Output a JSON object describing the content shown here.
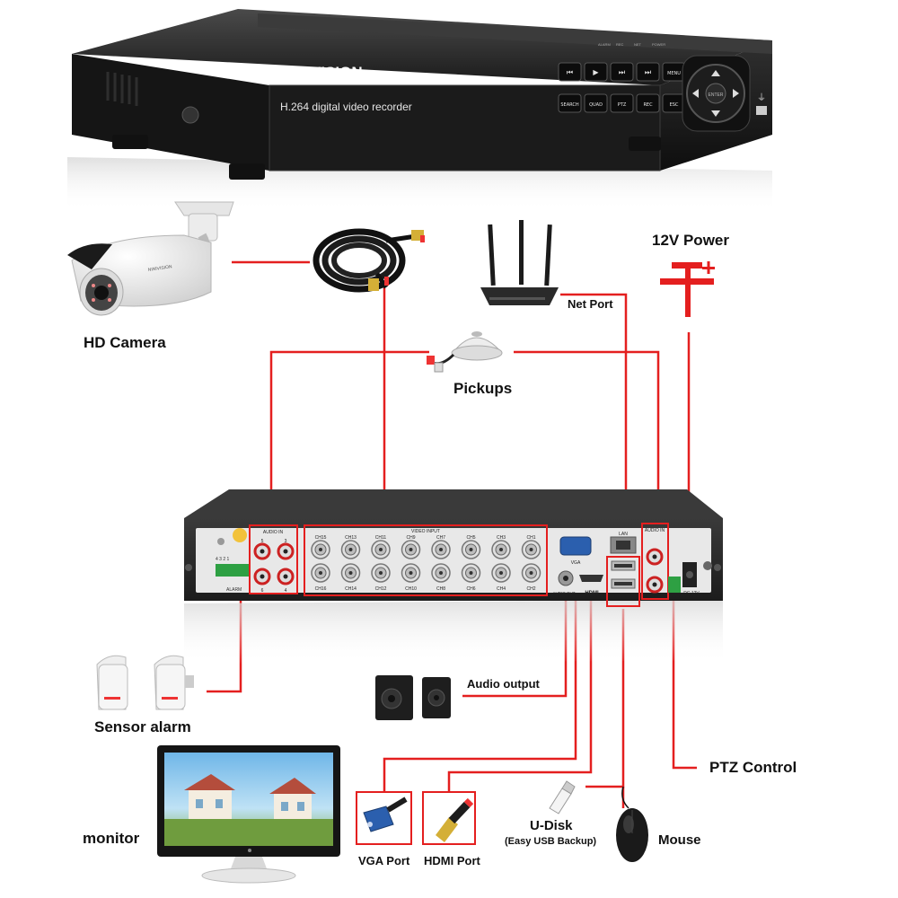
{
  "dvr_front": {
    "brand": "NINIVISION",
    "model_text": "H.264 digital video recorder",
    "buttons_row1": [
      "⏮",
      "▶",
      "⏭",
      "⏭",
      "MENU"
    ],
    "buttons_row2": [
      "SEARCH",
      "QUAD",
      "PTZ",
      "REC",
      "ESC"
    ],
    "indicator_labels": [
      "ALARM",
      "REC",
      "NET",
      "POWER"
    ],
    "dpad_center": "ENTER"
  },
  "dvr_rear": {
    "audio_in_left_title": "AUDIO IN",
    "audio_in_left_numbers": [
      "5",
      "3",
      "6",
      "4"
    ],
    "video_input_title": "VIDEO INPUT",
    "channels_top": [
      "CH15",
      "CH13",
      "CH11",
      "CH9",
      "CH7",
      "CH5",
      "CH3",
      "CH1"
    ],
    "channels_bottom": [
      "CH16",
      "CH14",
      "CH12",
      "CH10",
      "CH8",
      "CH6",
      "CH4",
      "CH2"
    ],
    "vga_label": "VGA",
    "lan_label": "LAN",
    "audio_in_right_title": "AUDIO IN",
    "audio_out_label": "AUDIO OUT",
    "hdmi_label": "HDMI",
    "dc_label": "DC 12V",
    "alarm_label": "ALARM",
    "alarm_numbers": "4 3 2 1"
  },
  "labels": {
    "hd_camera": "HD Camera",
    "power": "12V Power",
    "net_port": "Net Port",
    "pickups": "Pickups",
    "sensor_alarm": "Sensor alarm",
    "audio_output": "Audio output",
    "ptz_control": "PTZ Control",
    "monitor": "monitor",
    "vga_port": "VGA Port",
    "hdmi_port": "HDMI Port",
    "u_disk": "U-Disk",
    "u_disk_sub": "(Easy USB Backup)",
    "mouse": "Mouse"
  },
  "colors": {
    "connector_line": "#e41f1f",
    "highlight_box": "#e41f1f",
    "dvr_body": "#2b2b2b"
  }
}
